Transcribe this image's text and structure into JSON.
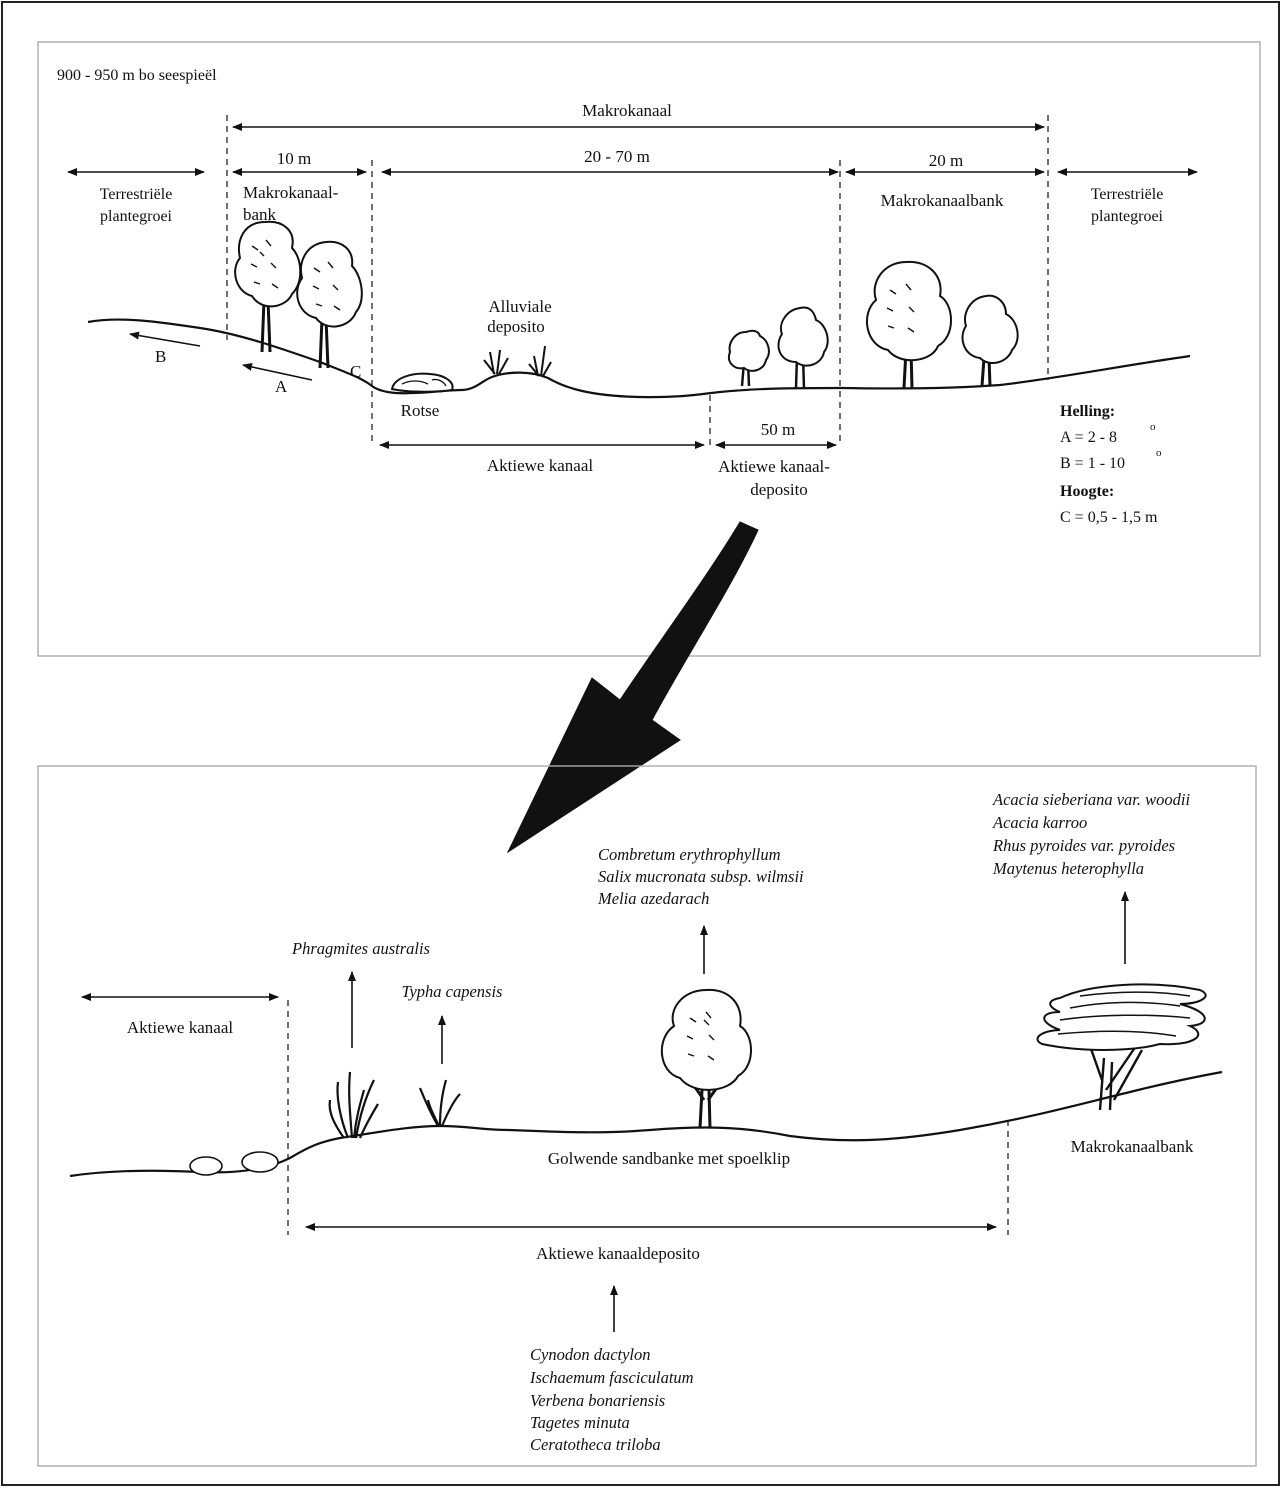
{
  "top_panel": {
    "elevation": "900 - 950 m bo seespieël",
    "makrokanaal": "Makrokanaal",
    "dim_10m": "10 m",
    "dim_20_70m": "20 - 70 m",
    "dim_20m": "20 m",
    "dim_50m": "50 m",
    "terr_left": [
      "Terrestriële",
      "plantegroei"
    ],
    "terr_right": [
      "Terrestriële",
      "plantegroei"
    ],
    "bank_left": [
      "Makrokanaal-",
      "bank"
    ],
    "bank_right": "Makrokanaalbank",
    "alluviale": [
      "Alluviale",
      "deposito"
    ],
    "rotse": "Rotse",
    "aktiewe_kanaal": "Aktiewe kanaal",
    "aktiewe_kanaaldeposito": [
      "Aktiewe kanaal-",
      "deposito"
    ],
    "slope_a": "A",
    "slope_b": "B",
    "height_c": "C",
    "legend": {
      "helling_title": "Helling:",
      "a_line": "A  =  2 - 8",
      "b_line": "B  =  1 - 10",
      "degree": "o",
      "hoogte_title": "Hoogte:",
      "c_line": "C  =  0,5 - 1,5 m"
    }
  },
  "bottom_panel": {
    "aktiewe_kanaal": "Aktiewe kanaal",
    "phragmites": "Phragmites australis",
    "typha": "Typha capensis",
    "tree_species": [
      "Combretum erythrophyllum",
      "Salix mucronata subsp. wilmsii",
      "Melia azedarach"
    ],
    "bank_species": [
      "Acacia sieberiana var. woodii",
      "Acacia karroo",
      "Rhus pyroides var. pyroides",
      "Maytenus heterophylla"
    ],
    "sandbanke": "Golwende sandbanke met spoelklip",
    "makrokanaalbank": "Makrokanaalbank",
    "kanaaldeposito": "Aktiewe kanaaldeposito",
    "grass_species": [
      "Cynodon dactylon",
      "Ischaemum fasciculatum",
      "Verbena bonariensis",
      "Tagetes minuta",
      "Ceratotheca triloba"
    ]
  }
}
